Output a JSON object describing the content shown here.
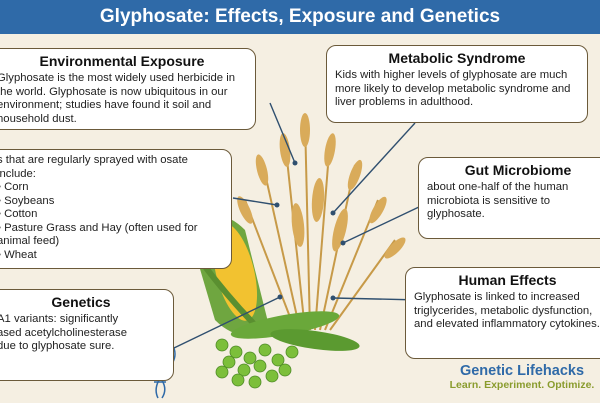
{
  "banner": {
    "title": "Glyphosate: Effects, Exposure and Genetics"
  },
  "environmental_exposure": {
    "title": "Environmental Exposure",
    "body": "Glyphosate is the most widely used herbicide in the world. Glyphosate is now ubiquitous in our environment; studies have found it soil and household dust."
  },
  "sprayed_crops": {
    "intro": "s that are regularly sprayed with osate include:",
    "items": [
      "Corn",
      "Soybeans",
      "Cotton",
      "Pasture Grass and Hay (often used for animal feed)",
      "Wheat"
    ]
  },
  "genetics": {
    "title": "Genetics",
    "body": "A1 variants: significantly ased acetylcholinesterase due to glyphosate sure."
  },
  "metabolic_syndrome": {
    "title": "Metabolic Syndrome",
    "body": "Kids with higher levels of glyphosate are much more likely to develop metabolic syndrome and liver problems in adulthood."
  },
  "gut_microbiome": {
    "title": "Gut Microbiome",
    "body": "about one-half of the human microbiota is sensitive to glyphosate."
  },
  "human_effects": {
    "title": "Human Effects",
    "body": "Glyphosate is linked to increased triglycerides, metabolic dysfunction, and elevated inflammatory cytokines."
  },
  "brand": {
    "name": "Genetic Lifehacks",
    "tagline": "Learn. Experiment. Optimize."
  },
  "colors": {
    "banner": "#2f6aa8",
    "background": "#f5efe2",
    "border": "#6b5a3a",
    "wheat": "#d9ab5a",
    "corn": "#f2c230",
    "pea": "#7cbf3a",
    "brand": "#2f6aa8",
    "tagline": "#8a9c2e"
  }
}
